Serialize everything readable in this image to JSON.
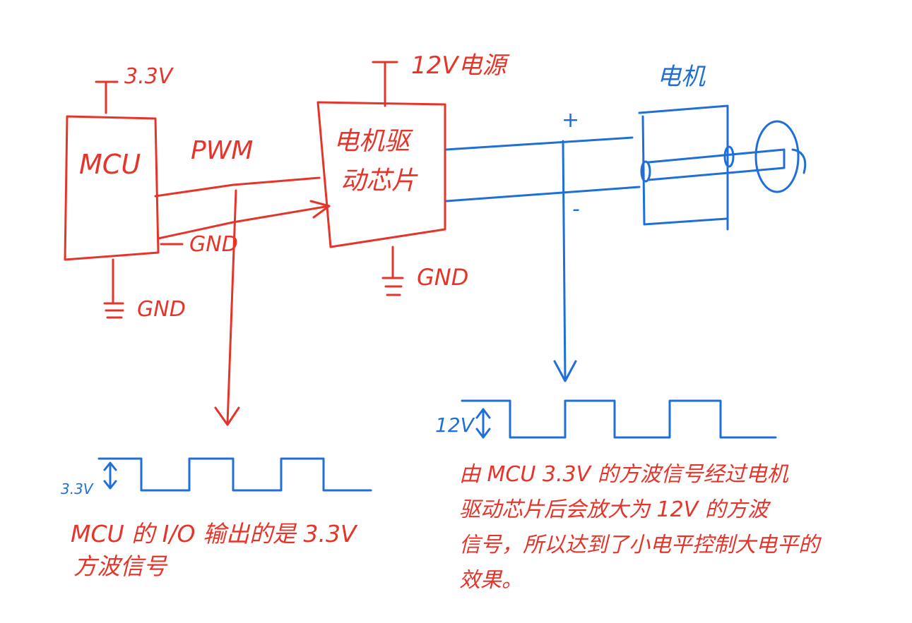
{
  "mcu": {
    "label": "MCU",
    "supply": "3.3V",
    "gnd": "GND"
  },
  "signal": {
    "pwm": "PWM",
    "gnd": "GND"
  },
  "driver": {
    "line1": "电机驱",
    "line2": "动芯片",
    "supply": "12V电源",
    "gnd": "GND"
  },
  "motor": {
    "label": "电机",
    "plus": "+",
    "minus": "-"
  },
  "wave_left": {
    "amplitude": "3.3V"
  },
  "wave_right": {
    "amplitude": "12V"
  },
  "note_left": {
    "line1": "MCU 的 I/O 输出的是 3.3V",
    "line2": "方波信号"
  },
  "note_right": {
    "line1": "由 MCU 3.3V 的方波信号经过电机",
    "line2": "驱动芯片后会放大为 12V 的方波",
    "line3": "信号，所以达到了小电平控制大电平的",
    "line4": "效果。"
  },
  "colors": {
    "red": "#e5352b",
    "blue": "#1f6fd6"
  }
}
